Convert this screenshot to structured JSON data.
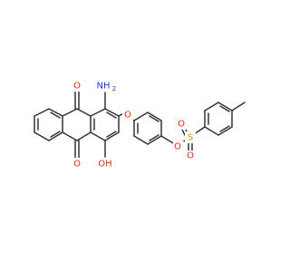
{
  "molecule": {
    "atom_labels": {
      "carbonyl_o_top": "O",
      "carbonyl_o_bottom": "O",
      "amino": "NH",
      "amino_sub": "2",
      "hydroxyl": "OH",
      "ether_o": "O",
      "ester_o": "O",
      "sulfur": "S",
      "sulfonyl_o_left": "O",
      "sulfonyl_o_bottom": "O"
    },
    "colors": {
      "bond": "#333333",
      "oxygen": "#e8280b",
      "nitrogen": "#2a38d8",
      "sulfur": "#b8a200"
    }
  }
}
